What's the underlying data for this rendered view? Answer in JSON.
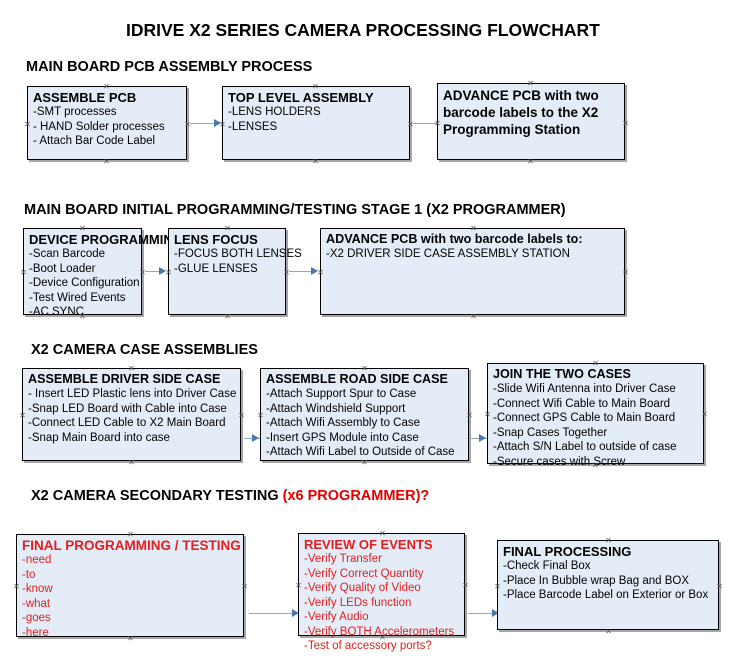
{
  "document": {
    "title": "IDRIVE X2  SERIES CAMERA PROCESSING FLOWCHART",
    "colors": {
      "box_fill": "#e4ecf7",
      "box_border": "#000000",
      "box_shadow": "#a6a6a6",
      "connector": "#8ba7c4",
      "arrow": "#4a79a8",
      "text": "#000000",
      "accent_red": "#e02020"
    }
  },
  "sections": [
    {
      "heading": "MAIN BOARD PCB ASSEMBLY PROCESS",
      "heading_accent": "",
      "boxes": [
        {
          "title": "ASSEMBLE PCB",
          "lines": [
            "-SMT processes",
            "- HAND Solder processes",
            "- Attach Bar Code Label"
          ]
        },
        {
          "title": "TOP LEVEL ASSEMBLY",
          "lines": [
            "-LENS HOLDERS",
            "-LENSES"
          ]
        },
        {
          "title": "ADVANCE PCB with two barcode labels to the  X2 Programming Station",
          "lines": []
        }
      ]
    },
    {
      "heading": "MAIN BOARD INITIAL PROGRAMMING/TESTING STAGE 1 (X2 PROGRAMMER)",
      "heading_accent": "",
      "boxes": [
        {
          "title": "DEVICE PROGRAMMING",
          "lines": [
            "-Scan Barcode",
            "-Boot Loader",
            "-Device Configuration",
            "-Test Wired Events",
            "-AC SYNC"
          ]
        },
        {
          "title": "LENS FOCUS",
          "lines": [
            "-FOCUS BOTH LENSES",
            "-GLUE LENSES"
          ]
        },
        {
          "title": "ADVANCE PCB with two barcode labels to:",
          "lines": [
            "-X2 DRIVER  SIDE  CASE  ASSEMBLY STATION"
          ]
        }
      ]
    },
    {
      "heading": "X2 CAMERA CASE ASSEMBLIES",
      "heading_accent": "",
      "boxes": [
        {
          "title": "ASSEMBLE DRIVER SIDE CASE",
          "lines": [
            "- Insert LED Plastic lens into Driver Case",
            "-Snap LED Board with Cable into Case",
            "-Connect LED Cable to X2 Main Board",
            "-Snap Main Board into case"
          ]
        },
        {
          "title": "ASSEMBLE ROAD SIDE CASE",
          "lines": [
            "-Attach Support Spur to Case",
            "-Attach Windshield Support",
            "-Attach Wifi Assembly to Case",
            "-Insert GPS Module into Case",
            "-Attach Wifi Label to Outside of Case"
          ]
        },
        {
          "title": "JOIN THE TWO CASES",
          "lines": [
            "-Slide Wifi Antenna into Driver Case",
            "-Connect Wifi Cable to Main Board",
            "-Connect GPS Cable to Main Board",
            "-Snap Cases Together",
            "-Attach S/N Label to outside of case",
            "-Secure cases with Screw"
          ]
        }
      ]
    },
    {
      "heading": "X2 CAMERA SECONDARY TESTING ",
      "heading_accent": "(x6 PROGRAMMER)?",
      "boxes": [
        {
          "title": "FINAL PROGRAMMING / TESTING",
          "lines": [
            "-need",
            "-to",
            "-know",
            "-what",
            "-goes",
            "-here"
          ]
        },
        {
          "title": "REVIEW OF EVENTS",
          "lines": [
            "-Verify Transfer",
            "-Verify Correct Quantity",
            "-Verify Quality of Video",
            "-Verify LEDs function",
            "-Verify Audio",
            "-Verify BOTH Accelerometers",
            "-Test of accessory ports?"
          ]
        },
        {
          "title": "FINAL PROCESSING",
          "lines": [
            " -Check Final Box",
            "-Place In Bubble wrap Bag and BOX",
            "-Place Barcode Label on Exterior or Box"
          ]
        }
      ]
    }
  ]
}
